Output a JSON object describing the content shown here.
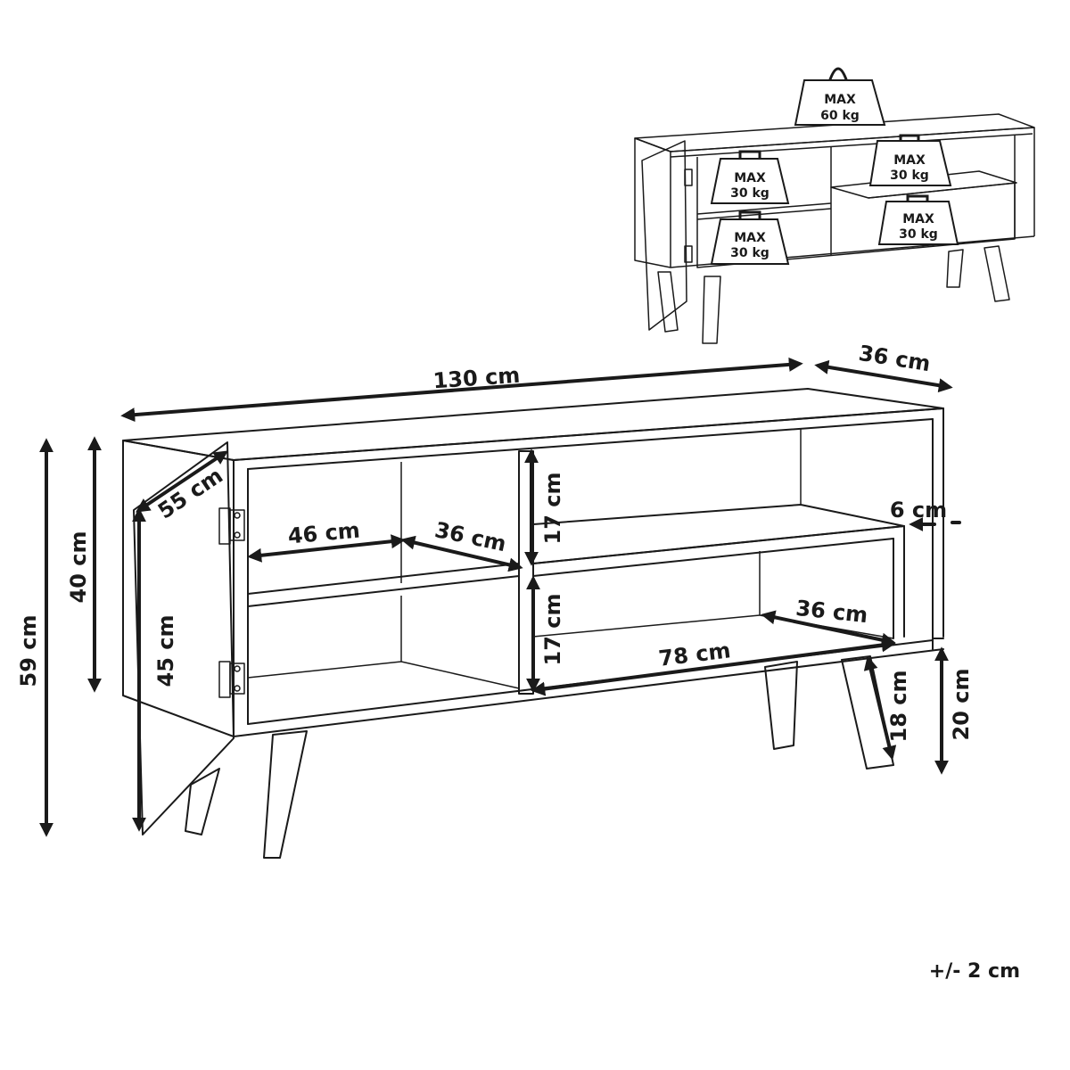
{
  "dimensions": {
    "width": "130 cm",
    "depth": "36 cm",
    "total_height": "59 cm",
    "body_height": "40 cm",
    "door_height": "45 cm",
    "door_width": "55 cm",
    "shelf_width_left": "46 cm",
    "shelf_depth_left": "36 cm",
    "upper_compartment_height": "17 cm",
    "lower_compartment_height": "17 cm",
    "shelf_offset": "6 cm",
    "open_shelf_depth": "36 cm",
    "open_shelf_width": "78 cm",
    "leg_length": "18 cm",
    "leg_height": "20 cm"
  },
  "load_limits": {
    "top": {
      "label": "MAX",
      "value": "60 kg"
    },
    "upper_left": {
      "label": "MAX",
      "value": "30 kg"
    },
    "upper_right": {
      "label": "MAX",
      "value": "30 kg"
    },
    "lower_left": {
      "label": "MAX",
      "value": "30 kg"
    },
    "lower_right": {
      "label": "MAX",
      "value": "30 kg"
    }
  },
  "tolerance": "+/- 2 cm"
}
